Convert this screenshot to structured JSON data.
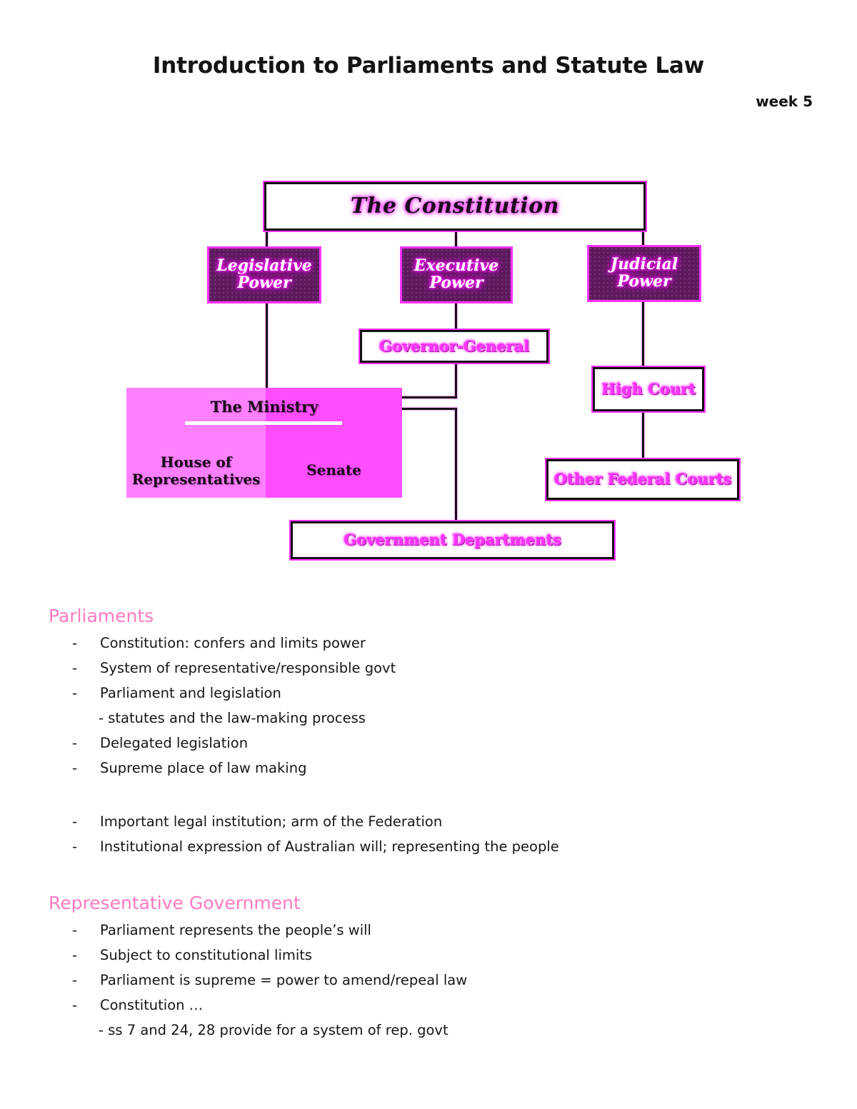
{
  "header": {
    "title": "Introduction to Parliaments and Statute Law",
    "week": "week 5"
  },
  "diagram": {
    "name": "australian-constitution-separation-of-powers",
    "colors": {
      "box_fill_dark": "#5c1a5c",
      "box_border_magenta": "#ff33ff",
      "ministry_left": "#ff80ff",
      "ministry_right": "#ff4dff",
      "line": "#111111"
    },
    "nodes": {
      "constitution": "The Constitution",
      "legislative_power": "Legislative\nPower",
      "legislative_power_line1": "Legislative",
      "legislative_power_line2": "Power",
      "executive_power_line1": "Executive",
      "executive_power_line2": "Power",
      "judicial_power_line1": "Judicial",
      "judicial_power_line2": "Power",
      "governor_general": "Governor-General",
      "high_court": "High Court",
      "other_federal_courts": "Other Federal Courts",
      "government_departments": "Government Departments",
      "ministry": "The Ministry",
      "house_of_representatives_line1": "House of",
      "house_of_representatives_line2": "Representatives",
      "senate": "Senate"
    }
  },
  "sections": [
    {
      "heading": "Parliaments",
      "groups": [
        [
          {
            "marker": "dash",
            "text": "Constitution: confers and limits power"
          },
          {
            "marker": "dash",
            "text": "System of representative/responsible govt"
          },
          {
            "marker": "dash",
            "text": "Parliament and legislation"
          },
          {
            "marker": "sub",
            "text": "- statutes and the law-making process"
          },
          {
            "marker": "dash",
            "text": "Delegated legislation"
          },
          {
            "marker": "dash",
            "text": "Supreme place of law making"
          }
        ],
        [
          {
            "marker": "dash",
            "text": "Important legal institution; arm of the Federation"
          },
          {
            "marker": "dash",
            "text": "Institutional expression of Australian will; representing the people"
          }
        ]
      ]
    },
    {
      "heading": "Representative Government",
      "groups": [
        [
          {
            "marker": "dash",
            "text": "Parliament represents the people’s will"
          },
          {
            "marker": "dash",
            "text": "Subject to constitutional limits"
          },
          {
            "marker": "dash",
            "text": "Parliament is supreme = power to amend/repeal law"
          },
          {
            "marker": "dash",
            "text": "Constitution …"
          },
          {
            "marker": "sub",
            "text": "- ss 7 and 24, 28 provide for a system of rep. govt"
          }
        ]
      ]
    }
  ]
}
